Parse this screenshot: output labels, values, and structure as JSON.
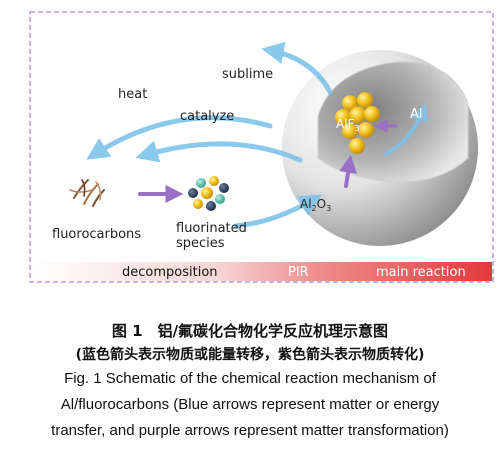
{
  "diagram": {
    "labels": {
      "heat": "heat",
      "sublime": "sublime",
      "catalyze": "catalyze",
      "fluorocarbons": "fluorocarbons",
      "fluorinated_1": "fluorinated",
      "fluorinated_2": "species",
      "al2o3_main": "Al",
      "al2o3_sub1": "2",
      "al2o3_o": "O",
      "al2o3_sub2": "3",
      "alf_main": "AlF",
      "alf_sub": "3",
      "al": "Al"
    },
    "stages": {
      "decomposition": "decomposition",
      "pir": "PIR",
      "main_reaction": "main reaction"
    },
    "colors": {
      "blue_arrow": "#7ec3ea",
      "purple_arrow": "#9a6fc6",
      "frame": "#b79ad8",
      "bar_red": "#e23a3a",
      "gold": "#f2c21e"
    }
  },
  "caption": {
    "zh_title": "图 1　铝/氟碳化合物化学反应机理示意图",
    "zh_note": "(蓝色箭头表示物质或能量转移，紫色箭头表示物质转化)",
    "en_line1": "Fig. 1   Schematic of the chemical reaction mechanism of",
    "en_line2": "Al/fluorocarbons (Blue arrows represent matter or energy",
    "en_line3": "transfer, and purple arrows represent matter transformation)"
  }
}
